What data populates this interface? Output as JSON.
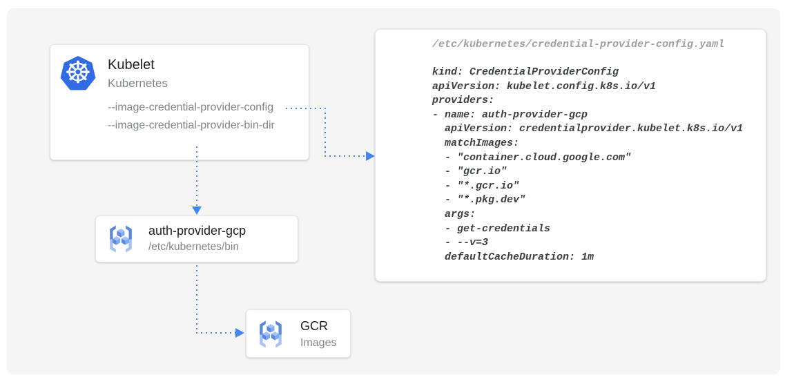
{
  "colors": {
    "background": "#f5f5f5",
    "arrow_accent": "#4285f4",
    "kubernetes_blue": "#326ce5",
    "gcr_icon_light": "#a4c2f4",
    "gcr_icon_medium": "#7baaf7",
    "gcr_icon_dark": "#5c85de",
    "title_text": "#202124",
    "secondary_text": "#80868b",
    "code_text": "#3c4043",
    "code_filename_text": "#9aa0a6"
  },
  "icons": {
    "kubernetes_glyph": "☸"
  },
  "nodes": {
    "kubelet": {
      "title": "Kubelet",
      "subtitle": "Kubernetes",
      "flags": [
        "--image-credential-provider-config",
        "--image-credential-provider-bin-dir"
      ]
    },
    "auth_provider": {
      "title": "auth-provider-gcp",
      "subtitle": "/etc/kubernetes/bin"
    },
    "gcr": {
      "title": "GCR",
      "subtitle": "Images"
    }
  },
  "code_panel": {
    "filename": "/etc/kubernetes/credential-provider-config.yaml",
    "yaml_lines": [
      "kind: CredentialProviderConfig",
      "apiVersion: kubelet.config.k8s.io/v1",
      "providers:",
      "- name: auth-provider-gcp",
      "  apiVersion: credentialprovider.kubelet.k8s.io/v1",
      "  matchImages:",
      "  - \"container.cloud.google.com\"",
      "  - \"gcr.io\"",
      "  - \"*.gcr.io\"",
      "  - \"*.pkg.dev\"",
      "  args:",
      "  - get-credentials",
      "  - --v=3",
      "  defaultCacheDuration: 1m"
    ]
  }
}
